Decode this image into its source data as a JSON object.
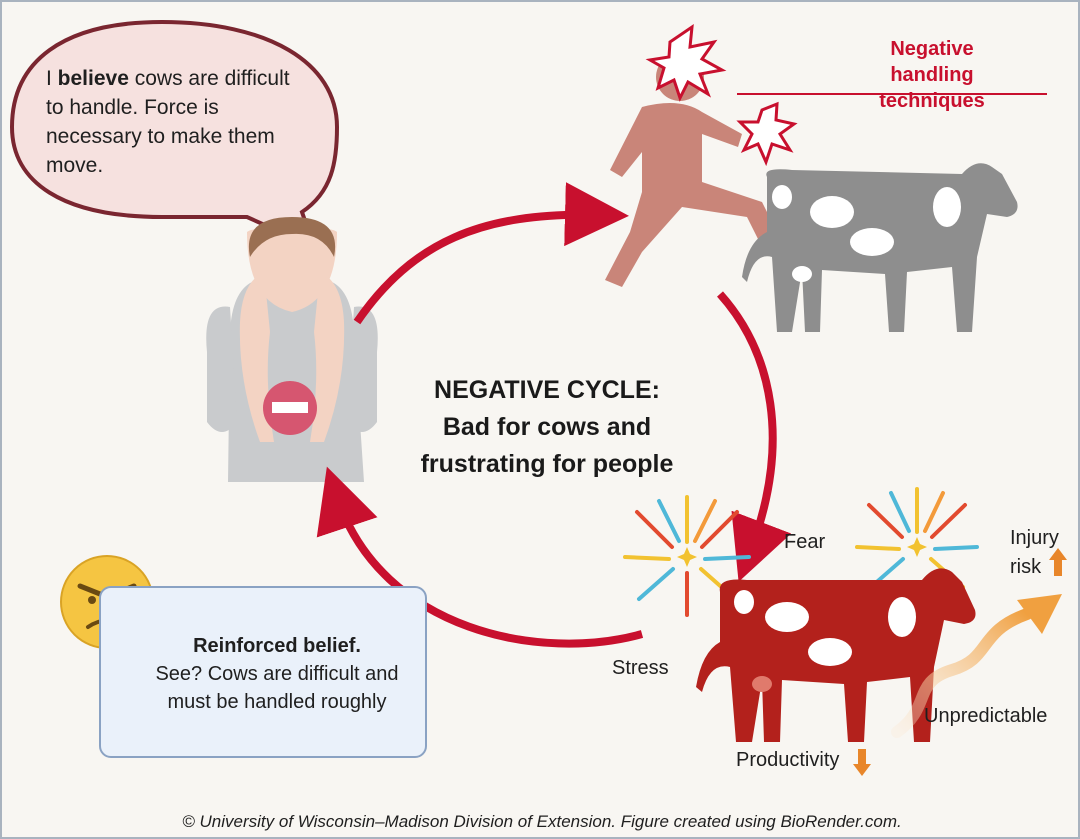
{
  "bubble": {
    "prefix": "I ",
    "bold": "believe",
    "rest": " cows are difficult to handle. Force is necessary to make them move."
  },
  "negative_handling": {
    "line1": "Negative",
    "line2": "handling techniques"
  },
  "center": {
    "line1": "NEGATIVE CYCLE:",
    "line2": "Bad for cows and",
    "line3": "frustrating for people"
  },
  "reinforced": {
    "title": "Reinforced belief.",
    "line1": "See? Cows are difficult and",
    "line2": "must be handled roughly"
  },
  "labels": {
    "fear": "Fear",
    "stress": "Stress",
    "injury_line1": "Injury",
    "injury_line2": "risk",
    "unpredictable": "Unpredictable",
    "productivity": "Productivity"
  },
  "footer": "© University of Wisconsin–Madison Division of Extension. Figure created using BioRender.com.",
  "colors": {
    "cycle_arrow": "#c8102e",
    "accent_red": "#c8102e",
    "indicator_orange": "#e8862a",
    "cow_grey": "#8e8e8e",
    "cow_stressed": "#b3211c",
    "handler_figure": "#c98579"
  }
}
